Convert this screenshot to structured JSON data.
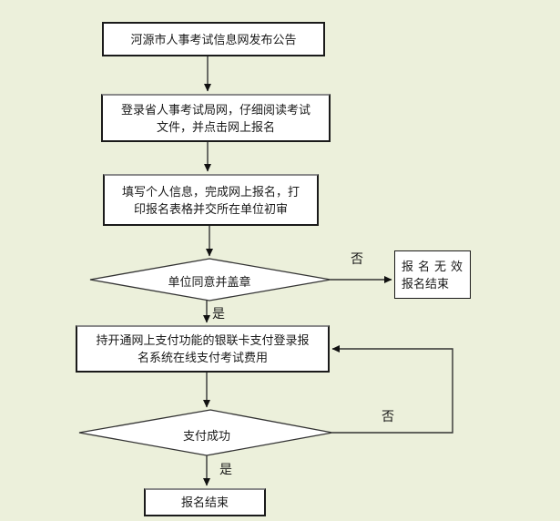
{
  "colors": {
    "background": "#ECF0DB",
    "node_fill": "#FFFFFF",
    "border": "#1A1A1A",
    "connector": "#333333"
  },
  "flowchart": {
    "nodes": {
      "announce": {
        "label": "河源市人事考试信息网发布公告"
      },
      "login": {
        "label": "登录省人事考试局网，仔细阅读考试\n文件，并点击网上报名"
      },
      "fill_info": {
        "label": "填写个人信息，完成网上报名，打\n印报名表格并交所在单位初审"
      },
      "unit_approve": {
        "label": "单位同意并盖章"
      },
      "invalid": {
        "line1": "报名无效",
        "line2": "报名结束"
      },
      "pay": {
        "label": "持开通网上支付功能的银联卡支付登录报\n名系统在线支付考试费用"
      },
      "pay_success": {
        "label": "支付成功"
      },
      "finish": {
        "label": "报名结束"
      }
    },
    "edge_labels": {
      "unit_no": "否",
      "unit_yes": "是",
      "pay_no": "否",
      "pay_yes": "是"
    }
  }
}
